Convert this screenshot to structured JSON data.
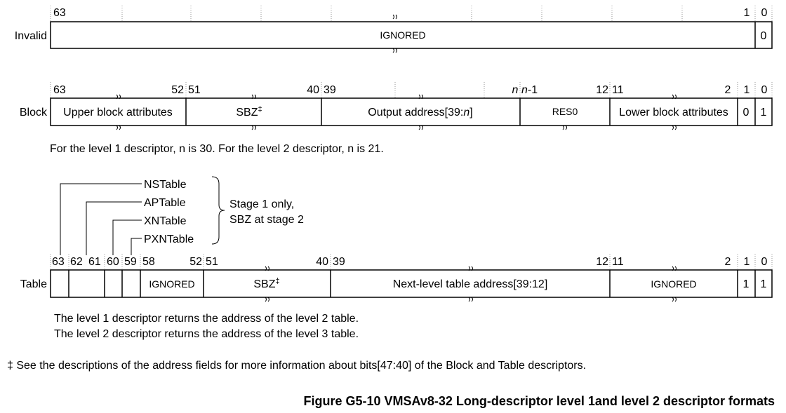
{
  "invalid": {
    "row_label": "Invalid",
    "bits": [
      "63",
      "1",
      "0"
    ],
    "fields": [
      "IGNORED",
      "0"
    ]
  },
  "block": {
    "row_label": "Block",
    "bits": [
      "63",
      "52",
      "51",
      "40",
      "39",
      "n",
      "n-1",
      "12",
      "11",
      "2",
      "1",
      "0"
    ],
    "fields": [
      "Upper block attributes",
      "SBZ",
      "Output address[39:",
      "n",
      "]",
      "RES0",
      "Lower block attributes",
      "0",
      "1"
    ],
    "sbz_mark": "‡",
    "note": "For the level 1 descriptor, n is 30. For the level 2 descriptor, n is 21."
  },
  "table_row": {
    "row_label": "Table",
    "bits": [
      "63",
      "62",
      "61",
      "60",
      "59",
      "58",
      "52",
      "51",
      "40",
      "39",
      "12",
      "11",
      "2",
      "1",
      "0"
    ],
    "fields": [
      "IGNORED",
      "SBZ",
      "Next-level table address[39:12]",
      "IGNORED",
      "1",
      "1"
    ],
    "sbz_mark": "‡",
    "callouts": [
      "NSTable",
      "APTable",
      "XNTable",
      "PXNTable"
    ],
    "brace_text": [
      "Stage 1 only,",
      "SBZ at stage 2"
    ],
    "notes": [
      "The level 1 descriptor returns the address of the level 2 table.",
      "The level 2 descriptor returns the address of the level 3 table."
    ]
  },
  "footnote": "‡ See the descriptions of the address fields for more information about bits[47:40] of the Block and Table descriptors.",
  "caption": "Figure G5-10 VMSAv8-32 Long-descriptor level 1and level 2 descriptor formats"
}
